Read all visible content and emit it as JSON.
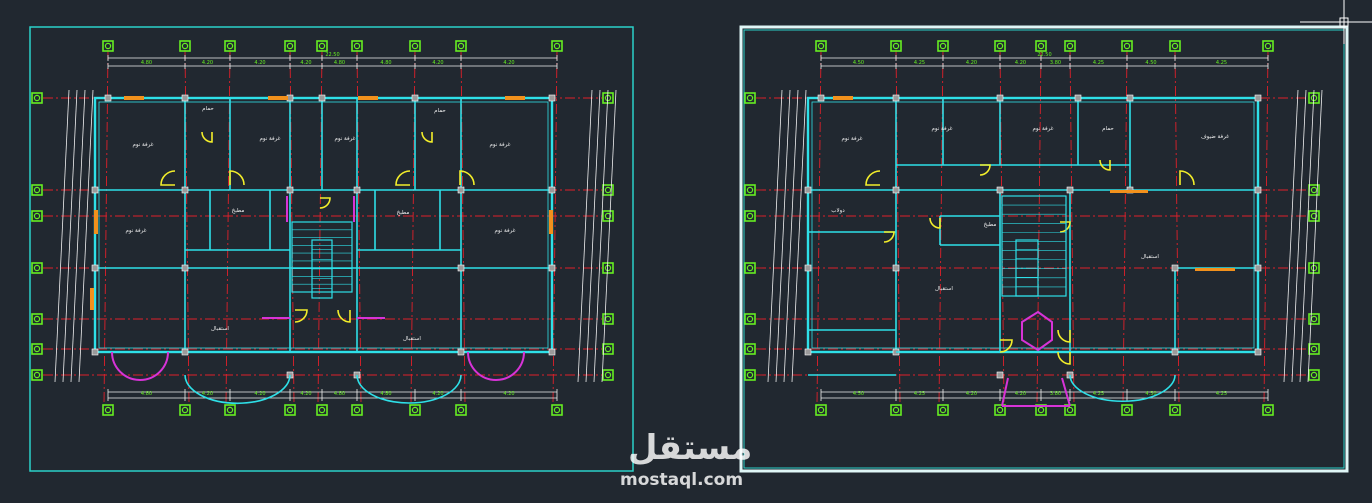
{
  "plans": [
    {
      "id": "left",
      "room_labels": [
        "غرفة نوم",
        "غرفة نوم",
        "غرفة نوم",
        "غرفة نوم",
        "غرفة نوم",
        "غرفة نوم",
        "حمام",
        "حمام",
        "مطبخ",
        "مطبخ",
        "استقبال",
        "استقبال"
      ],
      "dim_top": [
        "4.80",
        "4.20",
        "4.20",
        "4.20",
        "4.80"
      ],
      "dim_overall": "22.50"
    },
    {
      "id": "right",
      "room_labels": [
        "غرفة نوم",
        "غرفة نوم",
        "غرفة نوم",
        "غرفة ضيوف",
        "حمام",
        "مطبخ",
        "استقبال",
        "استقبال",
        "دولاب"
      ],
      "dim_top": [
        "4.50",
        "4.25",
        "4.20",
        "4.20",
        "3.80",
        "4.25"
      ],
      "dim_overall": "22.50"
    }
  ],
  "watermark": {
    "arabic": "مستقل",
    "latin": "mostaql.com"
  },
  "colors": {
    "background": "#212830",
    "frame": "#2bd1c9",
    "frame_selected": "#dff6f6",
    "wall": "#2ee0e8",
    "axis": "#e0202a",
    "bubble": "#66ee22",
    "dimension": "#f0f0f0",
    "door": "#f3ee2a",
    "window": "#f2911c",
    "stair": "#d733d7"
  }
}
